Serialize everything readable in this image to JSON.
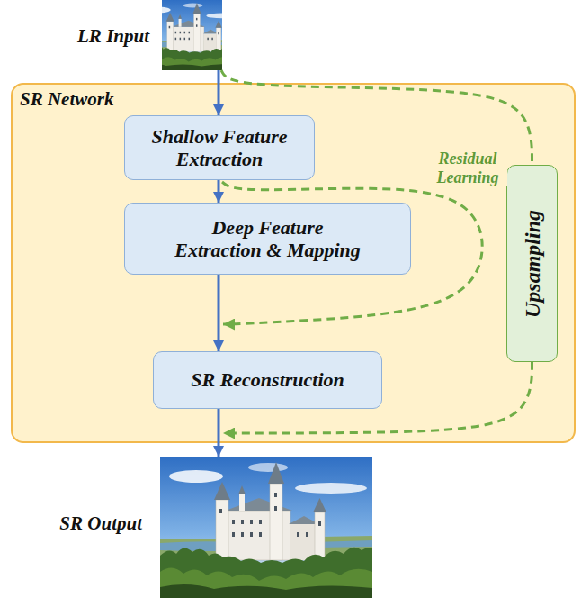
{
  "diagram": {
    "nodes": [
      {
        "text": [
          "LR Input"
        ]
      },
      {
        "text": [
          "SR Network"
        ]
      },
      {
        "text": [
          "Shallow Feature Extraction"
        ],
        "in": 1
      },
      {
        "text": [
          "Deep Feature Extraction & Mapping"
        ],
        "in": 1
      },
      {
        "text": [
          "SR Reconstruction"
        ],
        "in": 1
      },
      {
        "text": [
          "Upsampling"
        ],
        "in": 1
      },
      {
        "text": [
          "SR Output"
        ]
      }
    ],
    "edges": [
      {
        "from": 0,
        "to": 2,
        "arrow": "to"
      },
      {
        "from": 2,
        "to": 3,
        "arrow": "to"
      },
      {
        "from": 3,
        "to": 4,
        "arrow": "to"
      },
      {
        "from": 4,
        "to": 6,
        "arrow": "to"
      },
      {
        "from": 0,
        "to": 5,
        "arrow": "none"
      },
      {
        "from": 5,
        "to": 6,
        "arrow": "to"
      },
      {
        "from": 2,
        "to": 4,
        "label": "Residual Learning",
        "arrow": "to"
      }
    ]
  }
}
